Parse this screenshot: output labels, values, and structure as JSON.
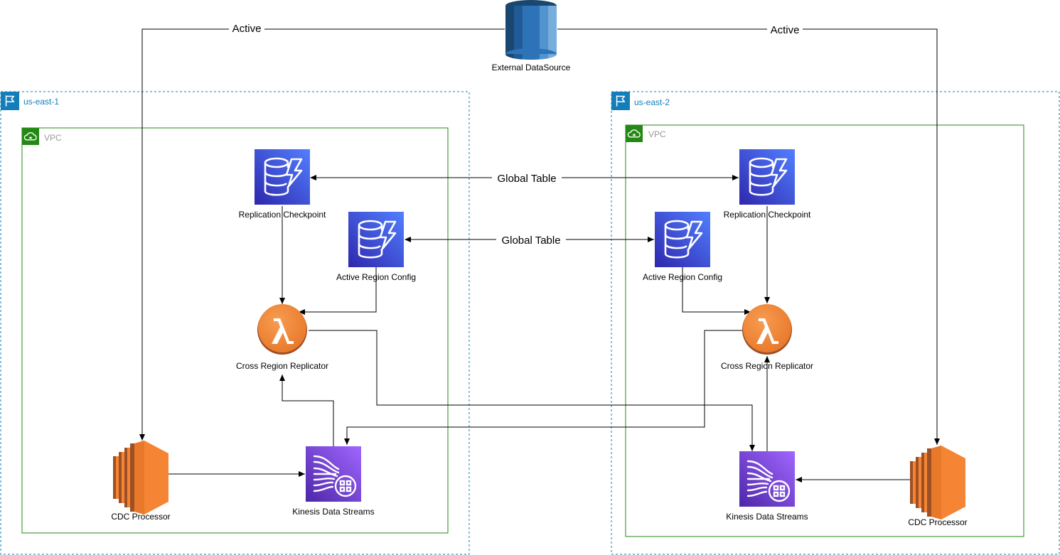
{
  "external": {
    "label": "External DataSource"
  },
  "edges": {
    "active_left": "Active",
    "active_right": "Active",
    "global_table_top": "Global Table",
    "global_table_mid": "Global Table"
  },
  "regions": [
    {
      "name": "us-east-1",
      "vpc": "VPC",
      "checkpoint": "Replication Checkpoint",
      "config": "Active Region Config",
      "replicator": "Cross Region Replicator",
      "processor": "CDC Processor",
      "streams": "Kinesis Data Streams"
    },
    {
      "name": "us-east-2",
      "vpc": "VPC",
      "checkpoint": "Replication Checkpoint",
      "config": "Active Region Config",
      "replicator": "Cross Region Replicator",
      "processor": "CDC Processor",
      "streams": "Kinesis Data Streams"
    }
  ],
  "colors": {
    "region_border": "#147EBA",
    "vpc_border": "#248814",
    "dynamodb": "#4053D6",
    "lambda": "#F58534",
    "ec2": "#F58534",
    "kinesis": "#8C4FFF",
    "rds": "#2E73B8"
  }
}
